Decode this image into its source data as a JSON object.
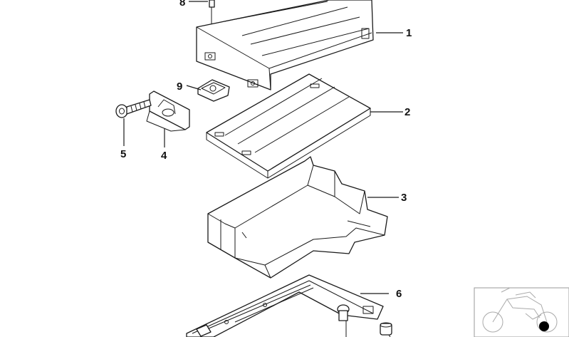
{
  "diagram": {
    "callouts": [
      "1",
      "2",
      "3",
      "4",
      "5",
      "6",
      "8",
      "9"
    ]
  },
  "colors": {
    "line": "#1a1a1a",
    "background": "#ffffff",
    "thumbnail_marker": "#000000"
  }
}
